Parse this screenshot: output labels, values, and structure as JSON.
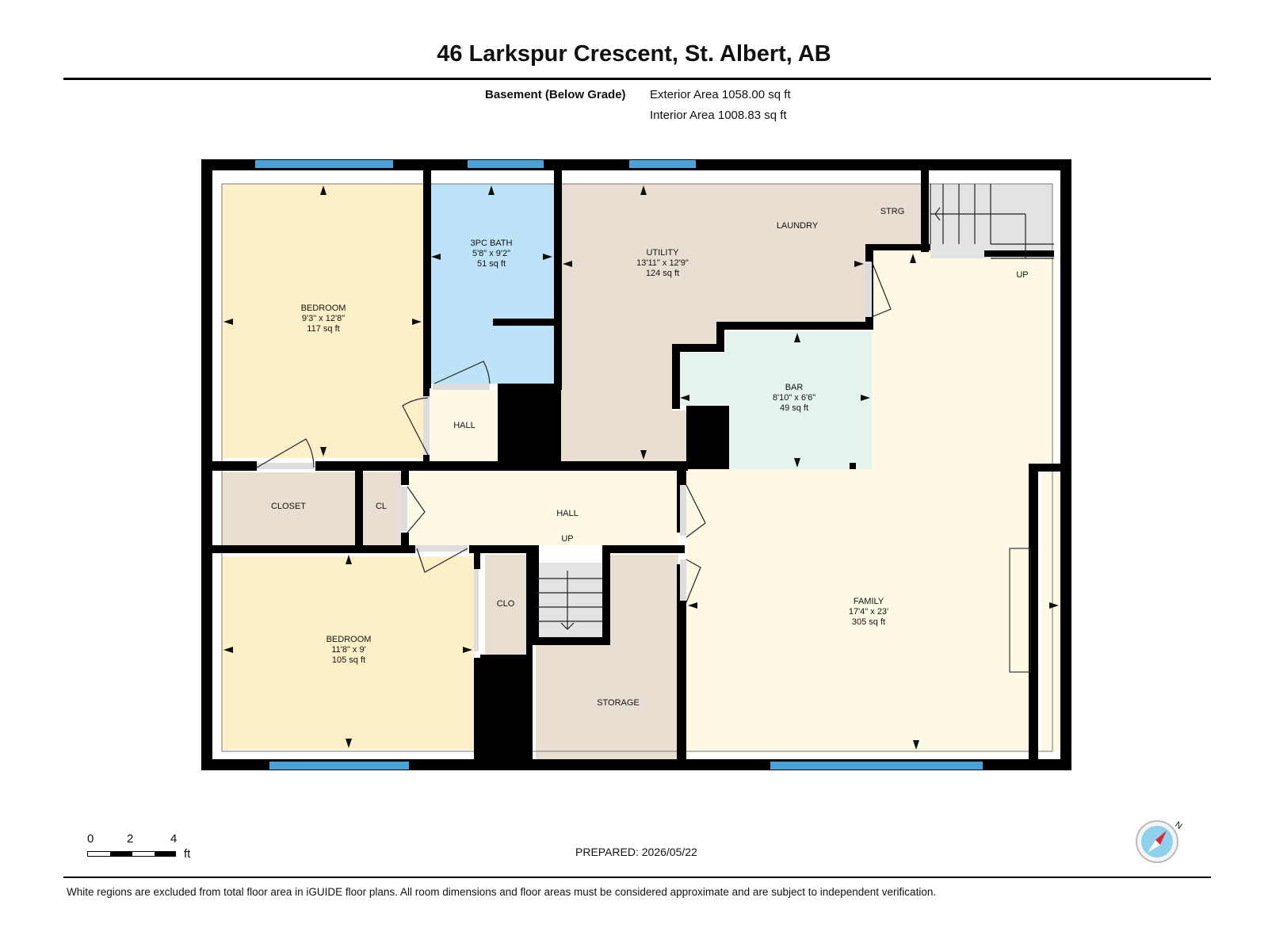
{
  "title": "46 Larkspur Crescent, St. Albert, AB",
  "level": {
    "name": "Basement (Below Grade)",
    "exterior_area": "Exterior Area 1058.00 sq ft",
    "interior_area": "Interior Area 1008.83 sq ft"
  },
  "rooms": {
    "bedroom1": {
      "name": "BEDROOM",
      "dims": "9'3\" x 12'8\"",
      "area": "117 sq ft"
    },
    "bath": {
      "name": "3PC BATH",
      "dims": "5'8\" x 9'2\"",
      "area": "51 sq ft"
    },
    "utility": {
      "name": "UTILITY",
      "dims": "13'11\" x 12'9\"",
      "area": "124 sq ft"
    },
    "laundry": {
      "name": "LAUNDRY"
    },
    "strg": {
      "name": "STRG"
    },
    "up_stairs_right": {
      "name": "UP"
    },
    "bar": {
      "name": "BAR",
      "dims": "8'10\" x 6'6\"",
      "area": "49 sq ft"
    },
    "hall_small": {
      "name": "HALL"
    },
    "closet": {
      "name": "CLOSET"
    },
    "cl": {
      "name": "CL"
    },
    "hall_main": {
      "name": "HALL"
    },
    "up_stairs_center": {
      "name": "UP"
    },
    "clo": {
      "name": "CLO"
    },
    "bedroom2": {
      "name": "BEDROOM",
      "dims": "11'8\" x 9'",
      "area": "105 sq ft"
    },
    "storage": {
      "name": "STORAGE"
    },
    "family": {
      "name": "FAMILY",
      "dims": "17'4\" x 23'",
      "area": "305 sq ft"
    }
  },
  "scale_bar": {
    "n0": "0",
    "n2": "2",
    "n4": "4",
    "unit": "ft"
  },
  "compass_label": "N",
  "prepared": "PREPARED: 2026/05/22",
  "disclaimer": "White regions are excluded from total floor area in iGUIDE floor plans. All room dimensions and floor areas must be considered approximate and are subject to independent verification.",
  "colors": {
    "bedroom": "#fdf0c8",
    "bath": "#bde3f8",
    "utility": "#e8dfd2",
    "bar": "#e4f4ec",
    "hall": "#fef9e4",
    "closet": "#e8dfd2",
    "family": "#fef9e4",
    "stairs": "#e3e3e3",
    "window": "#4aa3d8",
    "wall": "#000000"
  }
}
